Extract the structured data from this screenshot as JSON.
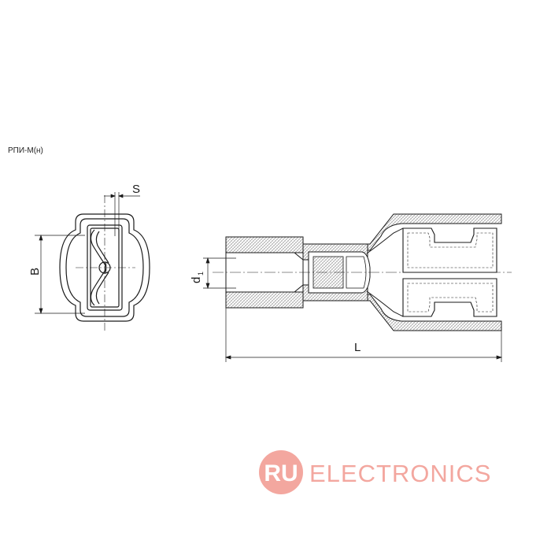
{
  "drawing": {
    "title": "РПИ-М(н)",
    "dimensions": {
      "thickness": "S",
      "width": "B",
      "diameter_base": "d",
      "diameter_sub": "1",
      "length": "L"
    }
  },
  "watermark": {
    "badge": "RU",
    "text": "ELECTRONICS",
    "color": "#f08a80"
  }
}
